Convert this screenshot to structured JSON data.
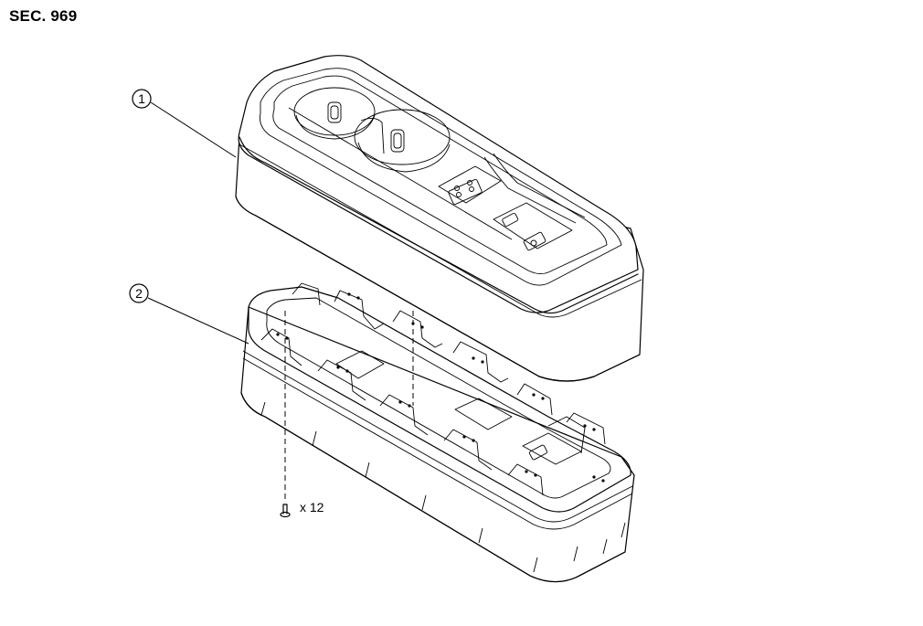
{
  "section_title": "SEC. 969",
  "callouts": [
    {
      "number": "1",
      "part": "console-lid-assembly"
    },
    {
      "number": "2",
      "part": "console-base"
    }
  ],
  "screw_quantity": "x 12",
  "icons": [
    "callout-1-circle",
    "callout-2-circle",
    "screw-icon"
  ]
}
